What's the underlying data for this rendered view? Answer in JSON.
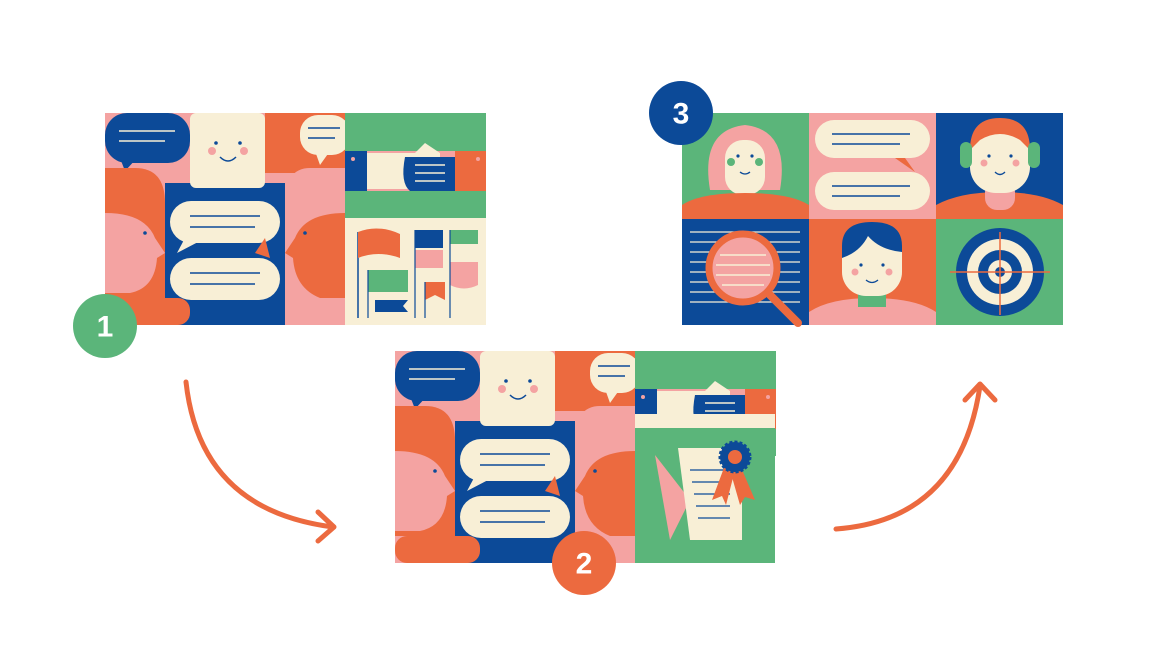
{
  "colors": {
    "blue": "#0c4a98",
    "orange": "#ec6a3f",
    "green": "#5bb57a",
    "pink": "#f4a3a2",
    "cream": "#f8efd6",
    "line": "#0c4a98"
  },
  "steps": [
    {
      "number": "1",
      "scene": "conversation-and-agreement",
      "badge_color": "#5bb57a"
    },
    {
      "number": "2",
      "scene": "conversation-and-certificate",
      "badge_color": "#ec6a3f"
    },
    {
      "number": "3",
      "scene": "people-research-target",
      "badge_color": "#0c4a98"
    }
  ],
  "arrows": [
    {
      "from": "1",
      "to": "2"
    },
    {
      "from": "2",
      "to": "3"
    }
  ]
}
